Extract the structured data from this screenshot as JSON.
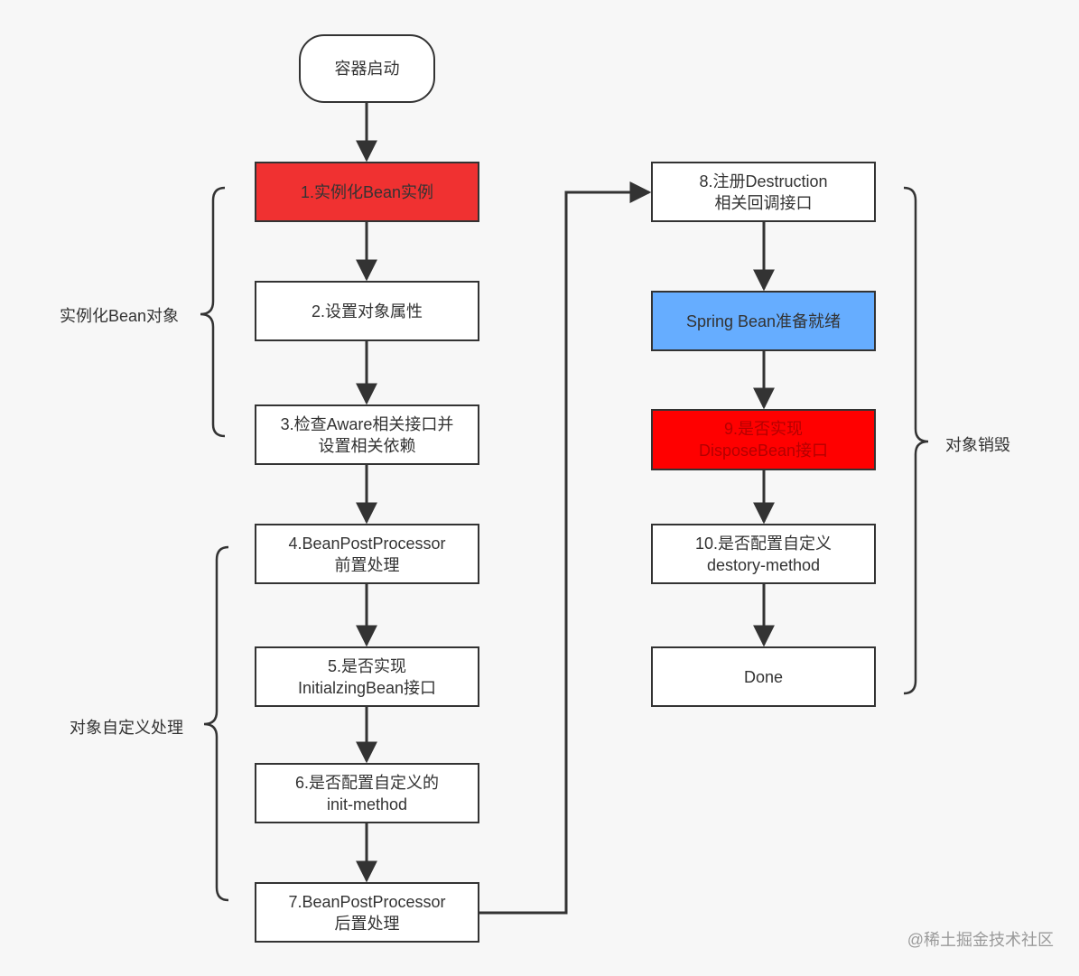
{
  "nodes": {
    "start": {
      "lines": [
        "容器启动"
      ]
    },
    "n1": {
      "lines": [
        "1.实例化Bean实例"
      ],
      "fill": "#f03131",
      "text_color": "#333333"
    },
    "n2": {
      "lines": [
        "2.设置对象属性"
      ]
    },
    "n3": {
      "lines": [
        "3.检查Aware相关接口并",
        "设置相关依赖"
      ]
    },
    "n4": {
      "lines": [
        "4.BeanPostProcessor",
        "前置处理"
      ]
    },
    "n5": {
      "lines": [
        "5.是否实现",
        "InitialzingBean接口"
      ]
    },
    "n6": {
      "lines": [
        "6.是否配置自定义的",
        "init-method"
      ]
    },
    "n7": {
      "lines": [
        "7.BeanPostProcessor",
        "后置处理"
      ]
    },
    "n8": {
      "lines": [
        "8.注册Destruction",
        "相关回调接口"
      ]
    },
    "ready": {
      "lines": [
        "Spring Bean准备就绪"
      ],
      "fill": "#66adff",
      "text_color": "#333333"
    },
    "n9": {
      "lines": [
        "9.是否实现",
        "DisposeBean接口"
      ],
      "fill": "#ff0000",
      "text_color": "#b50000"
    },
    "n10": {
      "lines": [
        "10.是否配置自定义",
        "destory-method"
      ]
    },
    "done": {
      "lines": [
        "Done"
      ]
    }
  },
  "groups": {
    "instantiate": {
      "label": "实例化Bean对象"
    },
    "customize": {
      "label": "对象自定义处理"
    },
    "destroy": {
      "label": "对象销毁"
    }
  },
  "watermark": "@稀土掘金技术社区",
  "colors": {
    "stroke": "#333333",
    "background": "#f7f7f7"
  }
}
